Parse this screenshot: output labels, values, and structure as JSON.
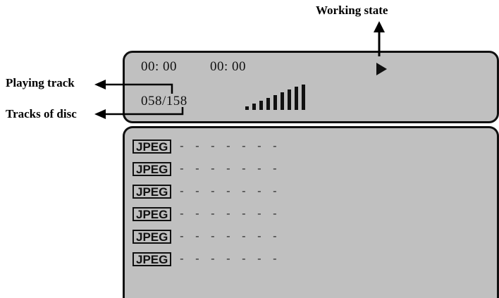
{
  "labels": {
    "working_state": "Working state",
    "playing_track": "Playing track",
    "tracks_of_disc": "Tracks of disc"
  },
  "status": {
    "elapsed_time": "00: 00",
    "total_time": "00: 00",
    "track_counter": "058/158",
    "play_icon": "play-triangle-icon",
    "signal_icon": "volume-bars-icon",
    "signal_bars": 9
  },
  "file_list": {
    "items": [
      {
        "badge": "JPEG",
        "name": "- - - - - - -"
      },
      {
        "badge": "JPEG",
        "name": "- - - - - - -"
      },
      {
        "badge": "JPEG",
        "name": "- - - - - - -"
      },
      {
        "badge": "JPEG",
        "name": "- - - - - - -"
      },
      {
        "badge": "JPEG",
        "name": "- - - - - - -"
      },
      {
        "badge": "JPEG",
        "name": "- - - - - - -"
      }
    ]
  },
  "colors": {
    "panel_fill": "#c0c0c0",
    "outline": "#111111"
  }
}
